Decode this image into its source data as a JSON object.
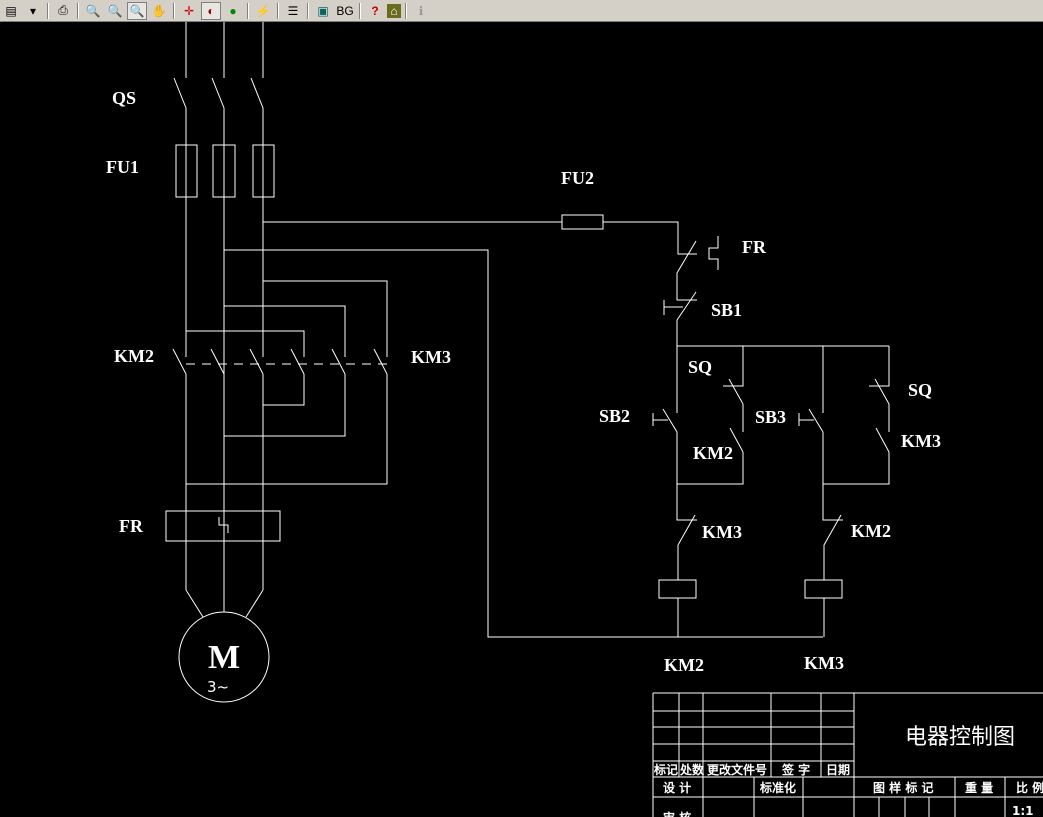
{
  "toolbar": {
    "items": [
      {
        "icon": "document-icon",
        "glyph": "▤"
      },
      {
        "icon": "dropdown-arrow-icon",
        "glyph": "▾"
      },
      {
        "icon": "print-icon",
        "glyph": "⎙"
      },
      {
        "icon": "zoom-out-icon",
        "glyph": "🔍"
      },
      {
        "icon": "zoom-in-icon",
        "glyph": "🔍"
      },
      {
        "icon": "zoom-window-icon",
        "glyph": "🔍"
      },
      {
        "icon": "pan-hand-icon",
        "glyph": "✋"
      },
      {
        "icon": "zoom-extents-icon",
        "glyph": "✛"
      },
      {
        "icon": "zoom-previous-icon",
        "glyph": "◐"
      },
      {
        "icon": "3d-orbit-icon",
        "glyph": "●"
      },
      {
        "icon": "measure-icon",
        "glyph": "⚡"
      },
      {
        "icon": "layers-icon",
        "glyph": "☰"
      },
      {
        "icon": "display-icon",
        "glyph": "▣"
      },
      {
        "icon": "background-icon",
        "glyph": "BG"
      },
      {
        "icon": "help-icon",
        "glyph": "?"
      },
      {
        "icon": "home-icon",
        "glyph": "⌂"
      },
      {
        "icon": "info-icon",
        "glyph": "ℹ"
      }
    ]
  },
  "diagram": {
    "labels": {
      "qs": "QS",
      "fu1": "FU1",
      "fu2": "FU2",
      "fr_ctrl": "FR",
      "sb1": "SB1",
      "km2_main": "KM2",
      "km3_main": "KM3",
      "sq1": "SQ",
      "sq2": "SQ",
      "sb2": "SB2",
      "sb3": "SB3",
      "km2_hold": "KM2",
      "km3_hold": "KM3",
      "fr_main": "FR",
      "km3_interlock": "KM3",
      "km2_interlock": "KM2",
      "km2_coil": "KM2",
      "km3_coil": "KM3",
      "motor": "M",
      "motor_phase": "3~"
    }
  },
  "title_block": {
    "title": "电器控制图",
    "headers": [
      "标记",
      "处数",
      "更改文件号",
      "签 字",
      "日期"
    ],
    "design": "设 计",
    "standardize": "标准化",
    "review": "审 核",
    "drawing_mark": "图 样 标 记",
    "weight": "重 量",
    "scale_label": "比 例",
    "scale": "1:1"
  },
  "colors": {
    "background": "#000000",
    "lines": "#ffffff",
    "toolbar": "#d4d0c8"
  }
}
